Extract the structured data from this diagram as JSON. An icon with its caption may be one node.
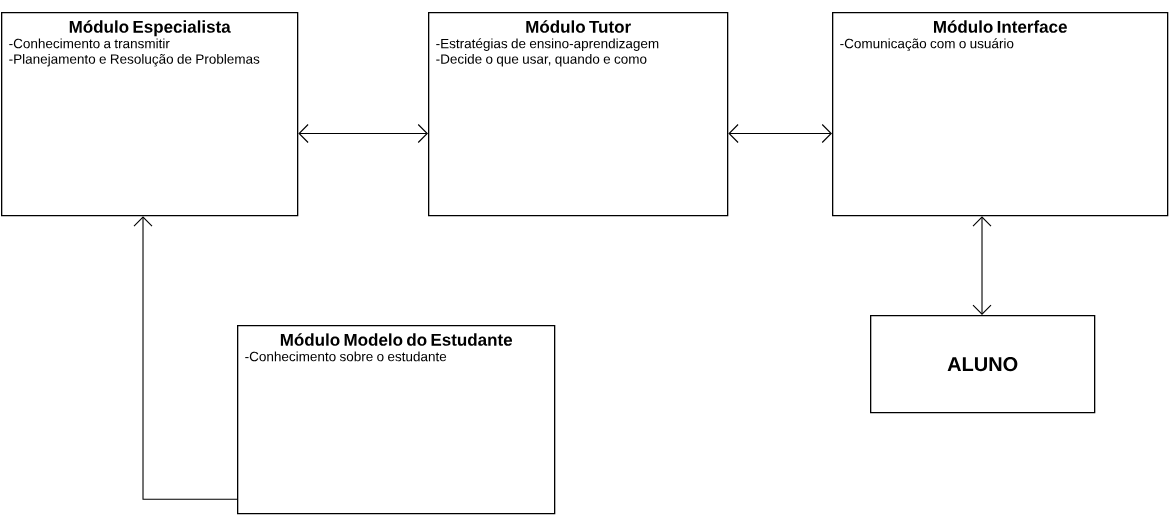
{
  "diagram": {
    "nodes": [
      {
        "text": [
          "Módulo Especialista",
          "-Conhecimento a transmitir",
          "-Planejamento e Resolução de Problemas"
        ]
      },
      {
        "text": [
          "Módulo Tutor",
          "-Estratégias de ensino-aprendizagem",
          "-Decide o que usar, quando e como"
        ]
      },
      {
        "text": [
          "Módulo Interface",
          "-Comunicação com o usuário"
        ]
      },
      {
        "text": [
          "ALUNO"
        ]
      },
      {
        "text": [
          "Módulo Modelo do Estudante",
          "-Conhecimento sobre o estudante"
        ]
      }
    ],
    "edges": [
      {
        "from": 0,
        "to": 1,
        "arrow": "both"
      },
      {
        "from": 1,
        "to": 2,
        "arrow": "both"
      },
      {
        "from": 2,
        "to": 3,
        "arrow": "both"
      },
      {
        "from": 4,
        "to": 0,
        "arrow": "to"
      }
    ]
  }
}
